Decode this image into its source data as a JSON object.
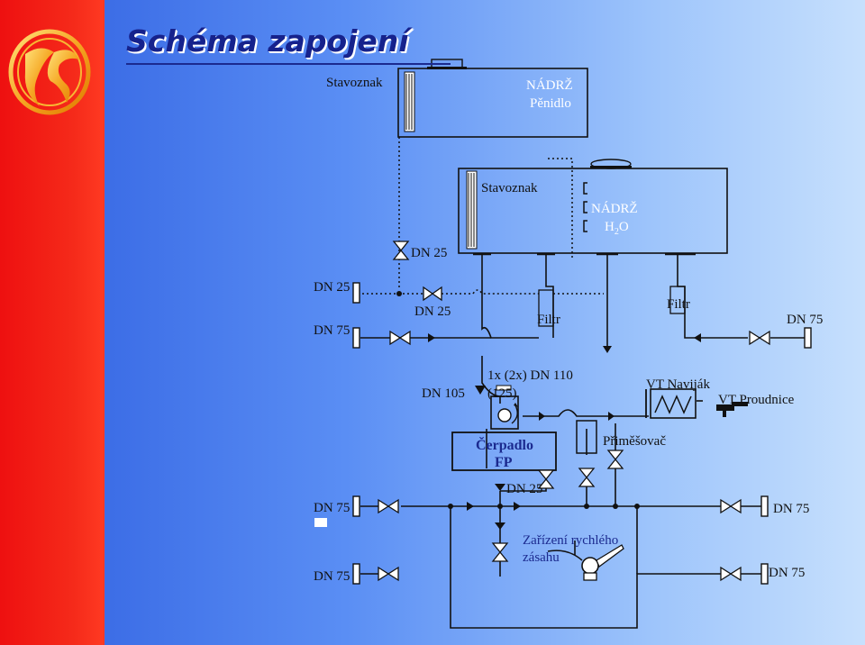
{
  "title": "Schéma zapojení",
  "tank_foam": {
    "gauge_label": "Stavoznak",
    "name_line1": "NÁDRŽ",
    "name_line2": "Pěnidlo"
  },
  "tank_water": {
    "gauge_label": "Stavoznak",
    "name_line1": "NÁDRŽ",
    "name_line2_main": "H",
    "name_line2_sub": "2",
    "name_line2_end": "O"
  },
  "labels": {
    "dn25_vertical": "DN 25",
    "dn25_left_top": "DN 25",
    "dn75_left_top": "DN 75",
    "dn25_mid": "DN 25",
    "filtr_left": "Filtr",
    "filtr_right": "Filtr",
    "dn75_right_top": "DN 75",
    "dn105": "DN 105",
    "pump_spec_1": "1x (2x) DN 110",
    "pump_spec_2": "(125)",
    "vt_reel": "VT Naviják",
    "vt_nozzle": "VT Proudnice",
    "pump_1": "Čerpadlo",
    "pump_2": "FP",
    "mixer": "Přiměšovač",
    "dn25_under_pump": "DN 25",
    "dn75_left_mid": "DN 75",
    "dn75_right_mid": "DN 75",
    "dn75_left_bottom": "DN 75",
    "dn75_right_bottom": "DN 75",
    "rapid_1": "Zařízení rychlého",
    "rapid_2": "zásahu"
  },
  "colors": {
    "title": "#16228c",
    "red_bar": "#ee1010",
    "background_left": "#2f5fe0",
    "background_right": "#c7e0fd"
  }
}
